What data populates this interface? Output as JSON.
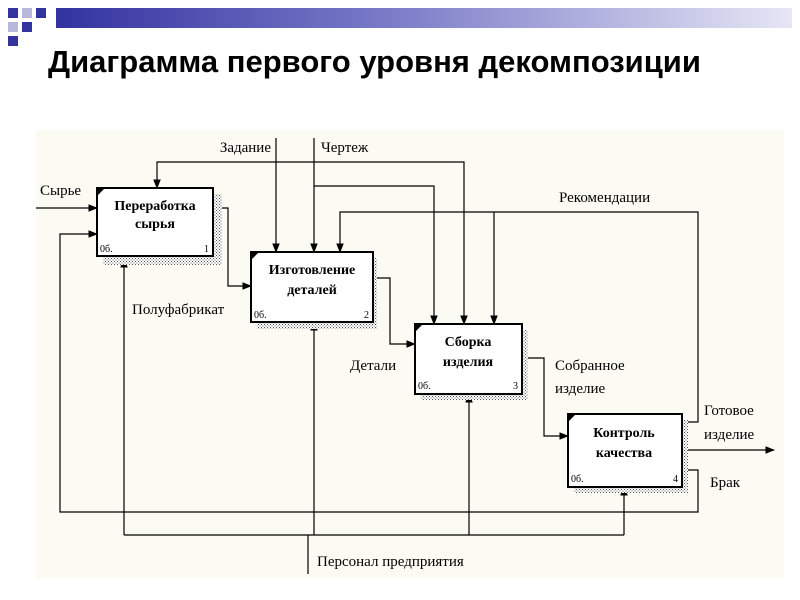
{
  "slide": {
    "title": "Диаграмма первого уровня декомпозиции",
    "accent_color": "#3333a0",
    "accent_light": "#b8b8dc",
    "diagram_bg": "#fbfbf3"
  },
  "diagram": {
    "boxes": [
      {
        "title_lines": [
          "Переработка",
          "сырья"
        ],
        "code": "0б.",
        "number": "1"
      },
      {
        "title_lines": [
          "Изготовление",
          "деталей"
        ],
        "code": "0б.",
        "number": "2"
      },
      {
        "title_lines": [
          "Сборка",
          "изделия"
        ],
        "code": "0б.",
        "number": "3"
      },
      {
        "title_lines": [
          "Контроль",
          "качества"
        ],
        "code": "0б.",
        "number": "4"
      }
    ],
    "labels": {
      "raw": "Сырье",
      "task": "Задание",
      "drawing": "Чертеж",
      "recommendations": "Рекомендации",
      "semi": "Полуфабрикат",
      "parts": "Детали",
      "assembled_1": "Собранное",
      "assembled_2": "изделие",
      "finished_1": "Готовое",
      "finished_2": "изделие",
      "defect": "Брак",
      "staff": "Персонал предприятия"
    }
  }
}
